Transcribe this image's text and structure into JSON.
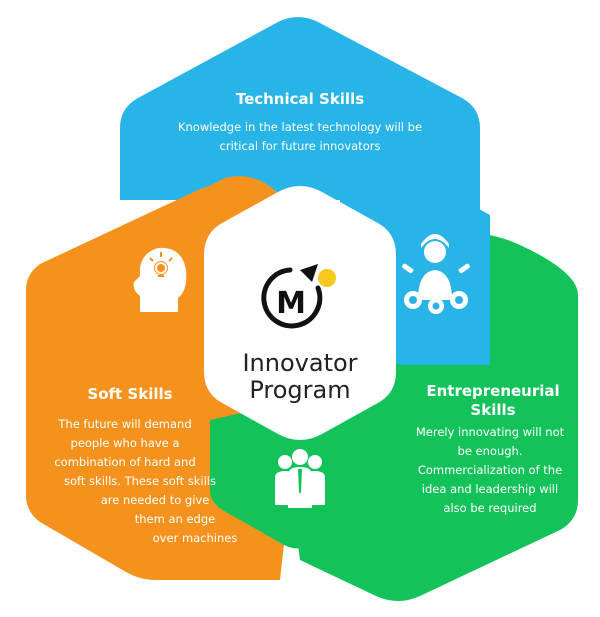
{
  "colors": {
    "technical": "#29B4E8",
    "soft": "#F5921E",
    "entrepreneurial": "#14C25A",
    "center": "#FFFFFF",
    "logo_dot": "#F7C81E",
    "text_dark": "#222222"
  },
  "technical": {
    "title": "Technical Skills",
    "lines": [
      "Knowledge in the latest technology will be",
      "critical for future innovators"
    ],
    "icon": "engineer-gears-icon"
  },
  "soft": {
    "title": "Soft Skills",
    "lines": [
      "The future will demand",
      "people who have a",
      "combination of hard and",
      "soft skills. These soft skills",
      "are needed to give",
      "them an edge",
      "over machines"
    ],
    "icon": "head-lightbulb-icon"
  },
  "entrepreneurial": {
    "title_lines": [
      "Entrepreneurial",
      "Skills"
    ],
    "lines": [
      "Merely innovating will not",
      "be enough.",
      "Commercialization of the",
      "idea and leadership will",
      "also be required"
    ],
    "icon": "team-people-icon"
  },
  "center": {
    "logo_letter": "M",
    "title_lines": [
      "Innovator",
      "Program"
    ]
  }
}
